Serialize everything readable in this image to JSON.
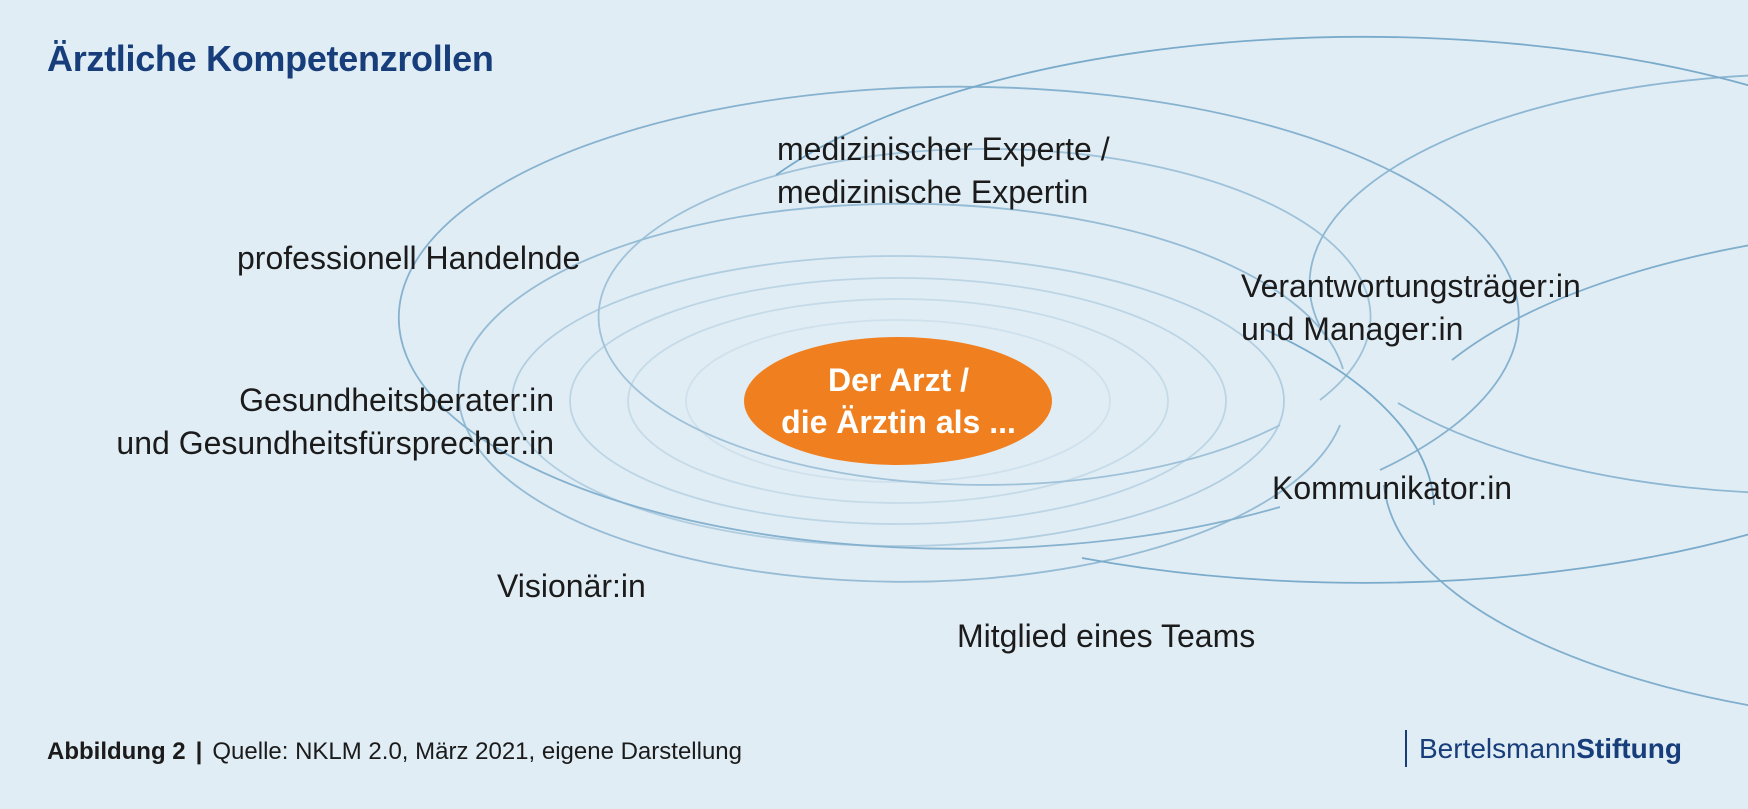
{
  "title": "Ärztliche Kompetenzrollen",
  "center": {
    "line1": "Der Arzt /",
    "line2": "die Ärztin als ..."
  },
  "roles": {
    "expert": {
      "line1": "medizinischer Experte /",
      "line2": "medizinische Expertin"
    },
    "professional": "professionell Handelnde",
    "manager": {
      "line1": "Verantwortungsträger:in",
      "line2": "und Manager:in"
    },
    "health": {
      "line1": "Gesundheitsberater:in",
      "line2": "und Gesundheitsfürsprecher:in"
    },
    "communicator": "Kommunikator:in",
    "visionary": "Visionär:in",
    "team": "Mitglied eines Teams"
  },
  "footer": {
    "figure": "Abbildung 2",
    "separator": "|",
    "source": "Quelle: NKLM 2.0, März 2021, eigene Darstellung"
  },
  "brand": {
    "part1": "Bertelsmann",
    "part2": "Stiftung"
  },
  "colors": {
    "background": "#e1edf5",
    "title": "#173e7a",
    "center_fill": "#f0801f",
    "ring_outer": "#7fb0cd",
    "ring_inner": "#c9dde9",
    "text": "#1b1b1b"
  }
}
